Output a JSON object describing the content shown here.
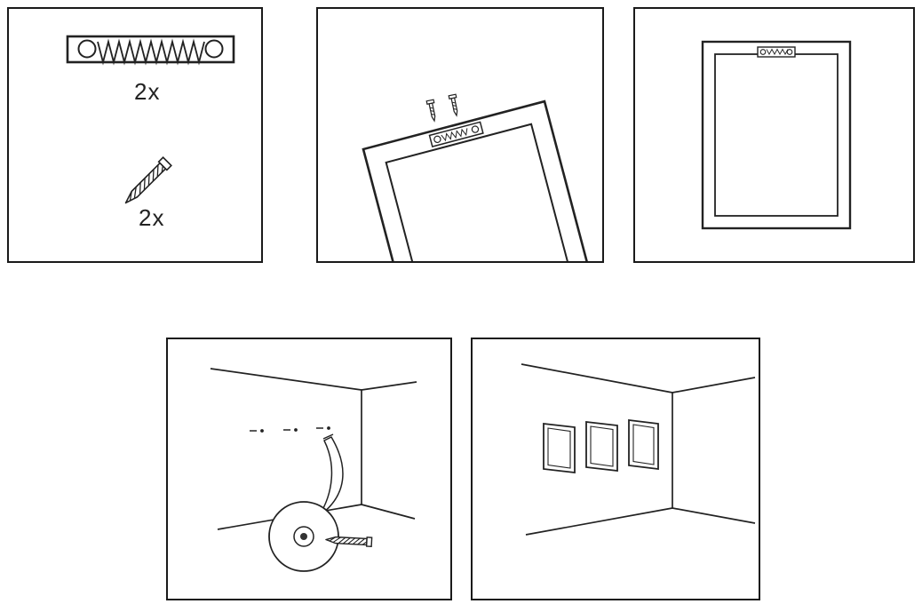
{
  "colors": {
    "line": "#222222",
    "background": "#ffffff",
    "panel_border": "#1a1a1a"
  },
  "steps": {
    "parts": {
      "hanger_qty": "2x",
      "screw_qty": "2x"
    }
  },
  "icons": [
    "sawtooth-hanger-icon",
    "screw-icon",
    "picture-frame-tilted",
    "picture-frame-front",
    "room-corner",
    "wall-marks",
    "tape-measure-icon",
    "hung-frames"
  ]
}
